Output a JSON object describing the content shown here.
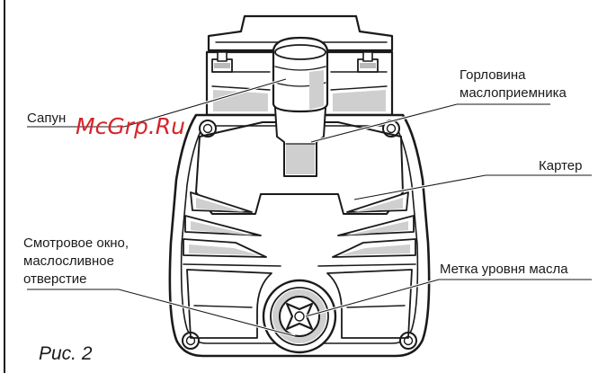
{
  "figure": {
    "caption": "Рис. 2",
    "watermark": "McGrp.Ru"
  },
  "callouts": {
    "breather": "Сапун",
    "oil_filler_neck_line1": "Горловина",
    "oil_filler_neck_line2": "маслоприемника",
    "crankcase": "Картер",
    "sight_window_line1": "Смотровое окно,",
    "sight_window_line2": "маслосливное",
    "sight_window_line3": "отверстие",
    "oil_level_mark": "Метка уровня масла"
  },
  "colors": {
    "watermark": "#d8232a",
    "line": "#1a1a1a",
    "shade": "#cfcfcf"
  }
}
